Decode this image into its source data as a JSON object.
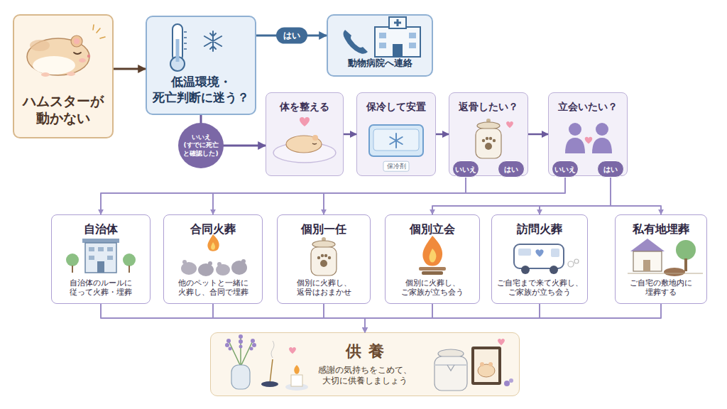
{
  "diagram": {
    "nodes": [
      {
        "text": [
          "ハムスターが 動かない"
        ]
      },
      {
        "text": [
          "低温環境・ 死亡判断に迷う？"
        ]
      },
      {
        "text": [
          "動物病院へ連絡"
        ]
      },
      {
        "text": [
          "体を整える"
        ]
      },
      {
        "text": [
          "保冷して安置"
        ]
      },
      {
        "text": [
          "返骨したい？"
        ]
      },
      {
        "text": [
          "いいえ"
        ],
        "in": 5
      },
      {
        "text": [
          "はい"
        ],
        "in": 5
      },
      {
        "text": [
          "立会いたい？"
        ]
      },
      {
        "text": [
          "いいえ"
        ],
        "in": 8
      },
      {
        "text": [
          "はい"
        ],
        "in": 8
      },
      {
        "text": [
          "自治体",
          "自治体のルールに 従って火葬・埋葬"
        ]
      },
      {
        "text": [
          "合同火葬",
          "他のペットと一緒に 火葬し、合同で埋葬"
        ]
      },
      {
        "text": [
          "個別一任",
          "個別に火葬し、 返骨はおまかせ"
        ]
      },
      {
        "text": [
          "個別立会",
          "個別に火葬し、 ご家族が立ち会う"
        ]
      },
      {
        "text": [
          "訪問火葬",
          "ご自宅まで来て火葬し、 ご家族が立ち会う"
        ]
      },
      {
        "text": [
          "私有地埋葬",
          "ご自宅の敷地内に 埋葬する"
        ]
      },
      {
        "text": [
          "供養",
          "感謝の気持ちをこめて、 大切に供養しましょう"
        ]
      }
    ],
    "edges": [
      {
        "from": 0,
        "to": 1,
        "arrow": "to"
      },
      {
        "from": 1,
        "to": 2,
        "label": "はい",
        "arrow": "to"
      },
      {
        "from": 1,
        "to": 3,
        "label": "いいえ (すでに死亡と確認した)",
        "arrow": "to"
      },
      {
        "from": 3,
        "to": 4,
        "arrow": "to"
      },
      {
        "from": 4,
        "to": 5,
        "arrow": "to"
      },
      {
        "from": 5,
        "to": 8,
        "arrow": "to"
      },
      {
        "from": 6,
        "to": 11,
        "arrow": "to"
      },
      {
        "from": 6,
        "to": 12,
        "arrow": "to"
      },
      {
        "from": 9,
        "to": 13,
        "arrow": "to"
      },
      {
        "from": 10,
        "to": 14,
        "arrow": "to"
      },
      {
        "from": 10,
        "to": 15,
        "arrow": "to"
      },
      {
        "from": 10,
        "to": 16,
        "arrow": "to"
      },
      {
        "from": 11,
        "to": 17,
        "arrow": "to"
      },
      {
        "from": 12,
        "to": 17,
        "arrow": "to"
      },
      {
        "from": 13,
        "to": 17,
        "arrow": "to"
      },
      {
        "from": 14,
        "to": 17,
        "arrow": "to"
      },
      {
        "from": 15,
        "to": 17,
        "arrow": "to"
      },
      {
        "from": 16,
        "to": 17,
        "arrow": "to"
      }
    ],
    "labels": [
      "保冷剤"
    ]
  }
}
